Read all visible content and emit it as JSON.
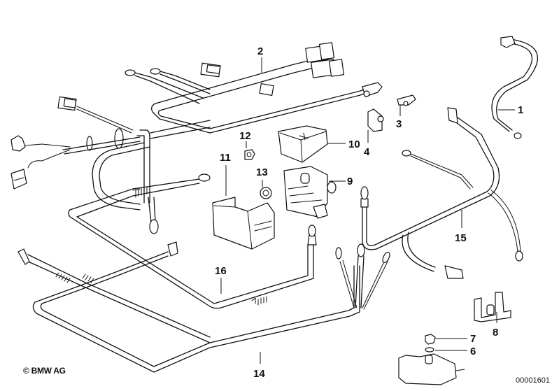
{
  "diagram": {
    "title": "Battery cable / wiring harness parts diagram",
    "callouts": [
      {
        "id": "1",
        "label": "1",
        "part": "battery-cable-positive"
      },
      {
        "id": "2",
        "label": "2",
        "part": "wiring-harness-main"
      },
      {
        "id": "3",
        "label": "3",
        "part": "battery-terminal-clamp"
      },
      {
        "id": "4",
        "label": "4",
        "part": "cable-holder-clip"
      },
      {
        "id": "5",
        "label": "6",
        "part": "washer"
      },
      {
        "id": "6",
        "label": "7",
        "part": "hex-nut"
      },
      {
        "id": "7",
        "label": "8",
        "part": "holder-bracket"
      },
      {
        "id": "8",
        "label": "9",
        "part": "junction-block"
      },
      {
        "id": "9",
        "label": "10",
        "part": "junction-block-cover"
      },
      {
        "id": "10",
        "label": "11",
        "part": "protective-cap"
      },
      {
        "id": "11",
        "label": "12",
        "part": "nut-small"
      },
      {
        "id": "12",
        "label": "13",
        "part": "nut-collar"
      },
      {
        "id": "13",
        "label": "14",
        "part": "wiring-harness-lower"
      },
      {
        "id": "14",
        "label": "15",
        "part": "battery-cable-harness"
      },
      {
        "id": "15",
        "label": "16",
        "part": "cable-harness-loop"
      }
    ]
  },
  "footer": {
    "copyright": "© BMW AG",
    "document_id": "00001601"
  }
}
